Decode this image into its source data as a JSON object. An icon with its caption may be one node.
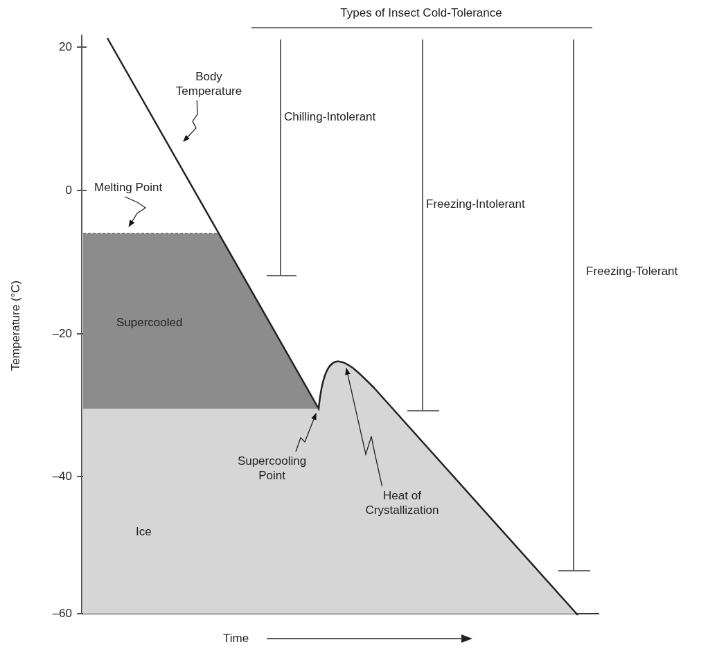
{
  "diagram": {
    "title": "Types of Insect Cold-Tolerance",
    "nodes": [
      {
        "text": [
          "Body Temperature"
        ]
      },
      {
        "text": [
          "Melting Point"
        ]
      },
      {
        "text": [
          "Supercooled"
        ]
      },
      {
        "text": [
          "Ice"
        ]
      },
      {
        "text": [
          "Supercooling Point"
        ],
        "in": 3
      },
      {
        "text": [
          "Heat of Crystallization"
        ],
        "in": 3
      }
    ],
    "edges": [
      {
        "from": 0,
        "to": null,
        "arrow": "to"
      },
      {
        "from": 1,
        "to": 2,
        "arrow": "to"
      },
      {
        "from": 4,
        "to": 2,
        "arrow": "to"
      },
      {
        "from": 5,
        "to": null,
        "arrow": "to"
      }
    ],
    "labels": [
      "20",
      "0",
      "–20",
      "–40",
      "–60",
      "Temperature (°C)",
      "Time",
      "Chilling-Intolerant",
      "Freezing-Intolerant",
      "Freezing-Tolerant"
    ]
  }
}
